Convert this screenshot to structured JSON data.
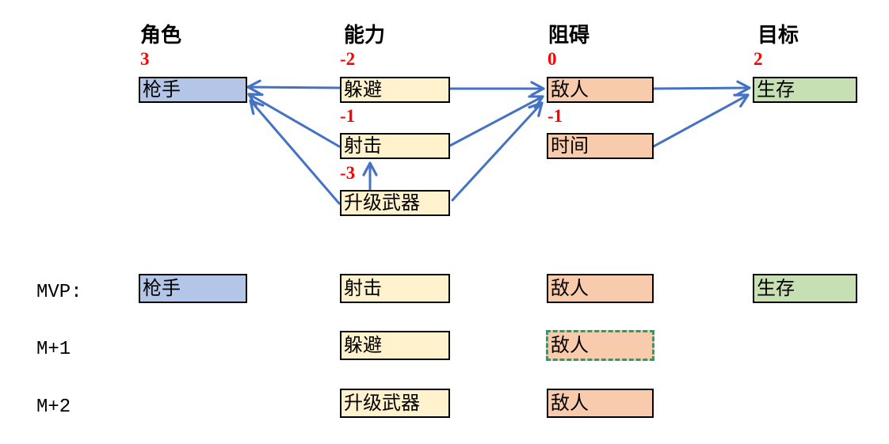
{
  "diagram": {
    "columns": [
      {
        "key": "role",
        "header": "角色",
        "items": [
          {
            "score": "3",
            "label": "枪手"
          }
        ]
      },
      {
        "key": "ability",
        "header": "能力",
        "items": [
          {
            "score": "-2",
            "label": "躲避"
          },
          {
            "score": "-1",
            "label": "射击"
          },
          {
            "score": "-3",
            "label": "升级武器"
          }
        ]
      },
      {
        "key": "obstacle",
        "header": "阻碍",
        "items": [
          {
            "score": "0",
            "label": "敌人"
          },
          {
            "score": "-1",
            "label": "时间"
          }
        ]
      },
      {
        "key": "goal",
        "header": "目标",
        "items": [
          {
            "score": "2",
            "label": "生存"
          }
        ]
      }
    ],
    "edges": [
      {
        "from": "躲避",
        "to": "枪手"
      },
      {
        "from": "射击",
        "to": "枪手"
      },
      {
        "from": "升级武器",
        "to": "枪手"
      },
      {
        "from": "升级武器",
        "to": "射击"
      },
      {
        "from": "躲避",
        "to": "敌人"
      },
      {
        "from": "射击",
        "to": "敌人"
      },
      {
        "from": "升级武器",
        "to": "敌人"
      },
      {
        "from": "敌人",
        "to": "生存"
      },
      {
        "from": "时间",
        "to": "生存"
      }
    ]
  },
  "milestones": {
    "rows": [
      {
        "label": "MVP:",
        "cells": {
          "role": "枪手",
          "ability": "射击",
          "obstacle": "敌人",
          "goal": "生存"
        }
      },
      {
        "label": "M+1",
        "cells": {
          "ability": "躲避",
          "obstacle": "敌人"
        },
        "obstacle_highlight": "dashed-green"
      },
      {
        "label": "M+2",
        "cells": {
          "ability": "升级武器",
          "obstacle": "敌人"
        }
      }
    ]
  },
  "colors": {
    "role_fill": "#b4c6e7",
    "ability_fill": "#fff2cc",
    "obstacle_fill": "#f8cbad",
    "goal_fill": "#c6e0b4",
    "arrow": "#4472c4",
    "score_text": "#ff0000",
    "highlight_border": "#21a366",
    "box_border": "#000000"
  }
}
